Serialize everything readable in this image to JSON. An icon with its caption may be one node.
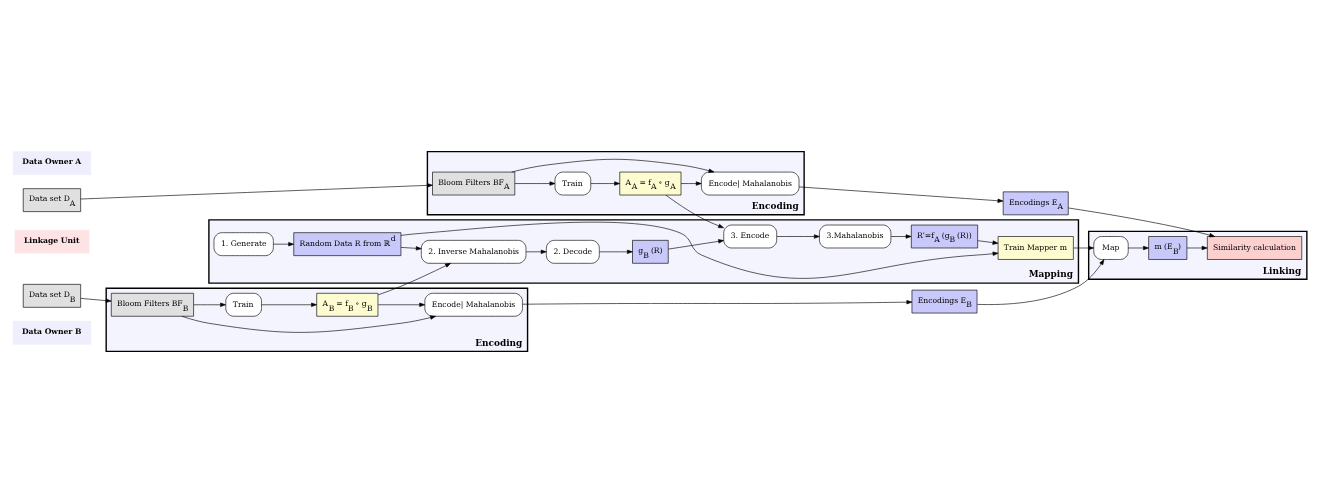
{
  "diagram": {
    "nodes": [
      {
        "text": [
          "Data Owner A"
        ]
      },
      {
        "text": [
          "Linkage Unit"
        ]
      },
      {
        "text": [
          "Data Owner B"
        ]
      },
      {
        "text": [
          "Data set D$_{A}$"
        ]
      },
      {
        "text": [
          "Encoding"
        ]
      },
      {
        "text": [
          "Bloom Filters BF$_{A}$"
        ],
        "in": 4
      },
      {
        "text": [
          "Encode| Mahalanobis"
        ],
        "in": 4
      },
      {
        "text": [
          "Train"
        ],
        "in": 4
      },
      {
        "text": [
          "A$_{A}$ = f$_{A}$ ∘ g$_{A}$"
        ],
        "in": 4
      },
      {
        "text": [
          "Encodings E$_{A}$"
        ]
      },
      {
        "text": [
          "Mapping"
        ]
      },
      {
        "text": [
          "3.Mahalanobis"
        ],
        "in": 10
      },
      {
        "text": [
          "R’=f$_{A}$ (g$_{B}$ (R))"
        ],
        "in": 10
      },
      {
        "text": [
          "3. Encode"
        ],
        "in": 10
      },
      {
        "text": [
          "1. Generate"
        ],
        "in": 10
      },
      {
        "text": [
          "Random Data R from ℝ$^{d}$"
        ],
        "in": 10
      },
      {
        "text": [
          "Train Mapper m"
        ],
        "in": 10
      },
      {
        "text": [
          "2. Inverse Mahalanobis"
        ],
        "in": 10
      },
      {
        "text": [
          "2. Decode"
        ],
        "in": 10
      },
      {
        "text": [
          "g$_{B}$ (R)"
        ],
        "in": 10
      },
      {
        "text": [
          "Linking"
        ]
      },
      {
        "text": [
          "Map"
        ],
        "in": 20
      },
      {
        "text": [
          "m (E$_{B}$)"
        ],
        "in": 20
      },
      {
        "text": [
          "Similarity calculation"
        ],
        "in": 20
      },
      {
        "text": [
          "Encoding"
        ]
      },
      {
        "text": [
          "Train"
        ],
        "in": 24
      },
      {
        "text": [
          "A$_{B}$ = f$_{B}$ ∘ g$_{B}$"
        ],
        "in": 24
      },
      {
        "text": [
          "Data set D$_{B}$"
        ]
      },
      {
        "text": [
          "Bloom Filters BF$_{B}$"
        ],
        "in": 24
      },
      {
        "text": [
          "Encode| Mahalanobis"
        ],
        "in": 24
      },
      {
        "text": [
          "Encodings E$_{B}$"
        ]
      }
    ],
    "edges": [
      {
        "from": 3,
        "to": 5,
        "arrow": "to"
      },
      {
        "from": 5,
        "to": 6,
        "arrow": "to"
      },
      {
        "from": 5,
        "to": 7,
        "arrow": "to"
      },
      {
        "from": 7,
        "to": 8,
        "arrow": "to"
      },
      {
        "from": 8,
        "to": 6,
        "arrow": "to"
      },
      {
        "from": 6,
        "to": 9,
        "arrow": "to"
      },
      {
        "from": 8,
        "to": 13,
        "arrow": "to"
      },
      {
        "from": 13,
        "to": 11,
        "arrow": "to"
      },
      {
        "from": 11,
        "to": 12,
        "arrow": "to"
      },
      {
        "from": 12,
        "to": 16,
        "arrow": "to"
      },
      {
        "from": 14,
        "to": 15,
        "arrow": "to"
      },
      {
        "from": 15,
        "to": 16,
        "arrow": "to"
      },
      {
        "from": 15,
        "to": 17,
        "arrow": "to"
      },
      {
        "from": 17,
        "to": 18,
        "arrow": "to"
      },
      {
        "from": 18,
        "to": 19,
        "arrow": "to"
      },
      {
        "from": 19,
        "to": 13,
        "arrow": "to"
      },
      {
        "from": 16,
        "to": 21,
        "arrow": "to"
      },
      {
        "from": 21,
        "to": 22,
        "arrow": "to"
      },
      {
        "from": 22,
        "to": 23,
        "arrow": "to"
      },
      {
        "from": 9,
        "to": 23,
        "arrow": "to"
      },
      {
        "from": 30,
        "to": 21,
        "arrow": "to"
      },
      {
        "from": 27,
        "to": 28,
        "arrow": "to"
      },
      {
        "from": 28,
        "to": 25,
        "arrow": "to"
      },
      {
        "from": 25,
        "to": 26,
        "arrow": "to"
      },
      {
        "from": 26,
        "to": 29,
        "arrow": "to"
      },
      {
        "from": 28,
        "to": 29,
        "arrow": "to"
      },
      {
        "from": 26,
        "to": 17,
        "arrow": "to"
      },
      {
        "from": 29,
        "to": 30,
        "arrow": "to"
      }
    ]
  }
}
